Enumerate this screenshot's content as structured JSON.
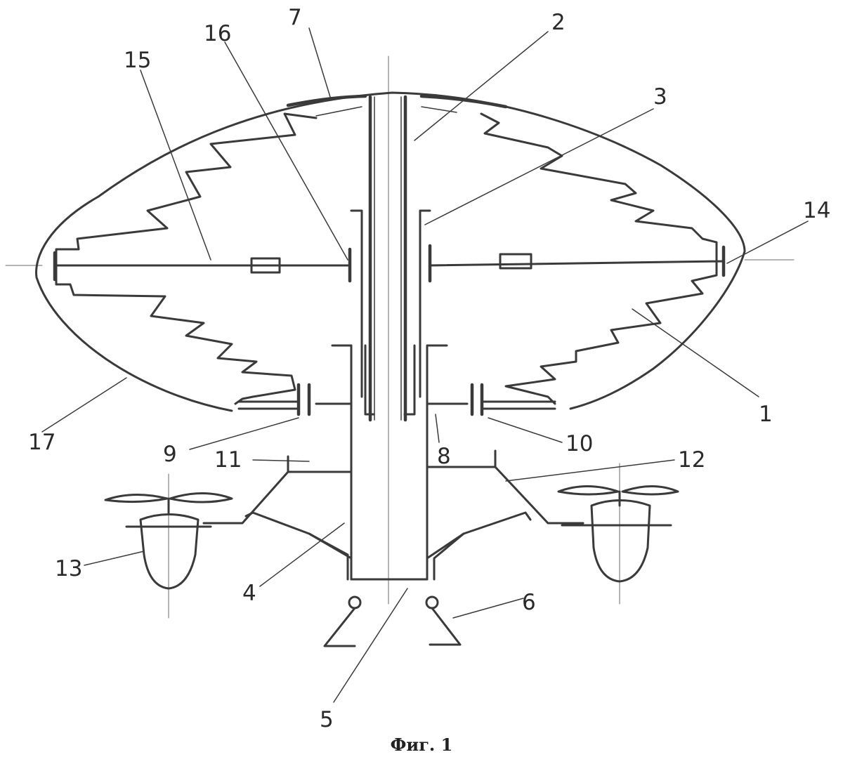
{
  "caption": "Фиг. 1",
  "labels": {
    "l1": "1",
    "l2": "2",
    "l3": "3",
    "l4": "4",
    "l5": "5",
    "l6": "6",
    "l7": "7",
    "l8": "8",
    "l9": "9",
    "l10": "10",
    "l11": "11",
    "l12": "12",
    "l13": "13",
    "l14": "14",
    "l15": "15",
    "l16": "16",
    "l17": "17"
  }
}
